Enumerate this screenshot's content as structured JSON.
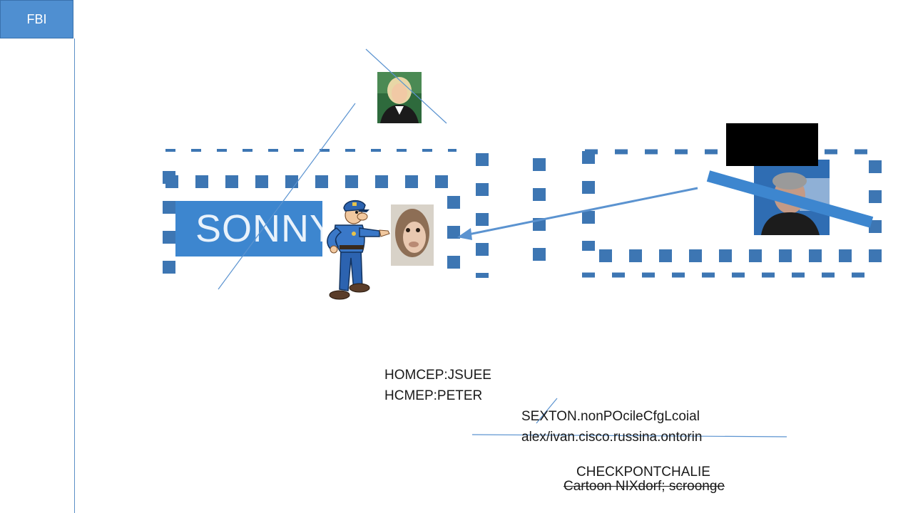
{
  "tab": {
    "label": "FBI"
  },
  "sonny_label": "SONNY",
  "notes": {
    "homcep": "HOMCEP:JSUEE",
    "hcmep": "HCMEP:PETER",
    "sexton": "SEXTON.nonPOcileCfgLcoial",
    "alex": "alex/ivan.cisco.russina.ontorin",
    "checkpoint": "CHECKPONTCHALIE",
    "cartoon": "Cartoon NIXdorf; scroonge"
  },
  "colors": {
    "tab_fill": "#4f8fd1",
    "frame_blue": "#3d76b3",
    "arrow_blue": "#5b93d0",
    "sonny_fill": "#3d86cf",
    "redaction": "#000000"
  },
  "icons": [
    "policeman-pointing-icon",
    "photo-woman",
    "photo-monkey",
    "photo-man",
    "redaction-box"
  ]
}
